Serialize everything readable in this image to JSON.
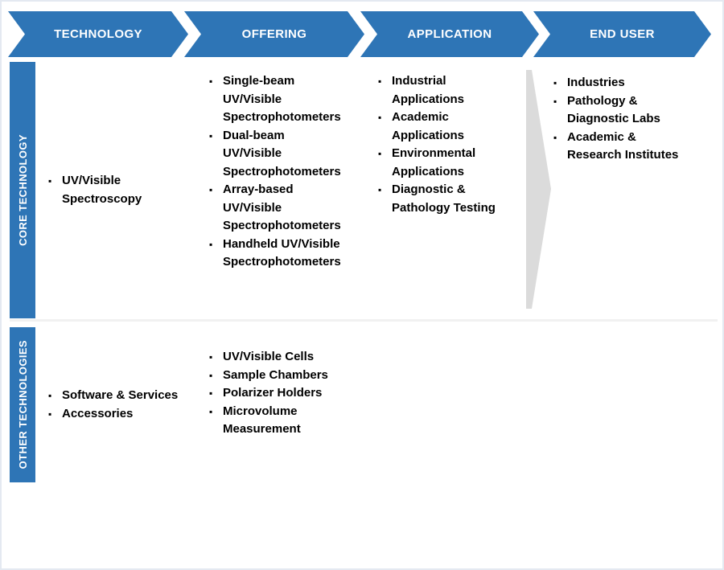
{
  "header": {
    "steps": [
      {
        "label": "TECHNOLOGY"
      },
      {
        "label": "OFFERING"
      },
      {
        "label": "APPLICATION"
      },
      {
        "label": "END USER"
      }
    ]
  },
  "row_labels": {
    "core": "CORE TECHNOLOGY",
    "other": "OTHER TECHNOLOGIES"
  },
  "cells": {
    "technology_core": [
      "UV/Visible Spectroscopy"
    ],
    "offering_core": [
      "Single-beam UV/Visible Spectrophotometers",
      "Dual-beam UV/Visible Spectrophotometers",
      "Array-based UV/Visible Spectrophotometers",
      "Handheld UV/Visible Spectrophotometers"
    ],
    "application_core": [
      "Industrial Applications",
      "Academic Applications",
      "Environmental Applications",
      "Diagnostic & Pathology Testing"
    ],
    "end_user_core": [
      "Industries",
      "Pathology & Diagnostic Labs",
      "Academic & Research Institutes"
    ],
    "technology_other": [
      "Software & Services",
      "Accessories"
    ],
    "offering_other": [
      "UV/Visible Cells",
      "Sample Chambers",
      "Polarizer Holders",
      "Microvolume Measurement"
    ]
  },
  "icons": {
    "bullet": "▪"
  },
  "colors": {
    "accent_blue": "#2E75B6",
    "arrow_gray": "#DBDBDB",
    "divider_gray": "#F1F1F1",
    "text_black": "#000000",
    "header_text_white": "#FFFFFF"
  }
}
